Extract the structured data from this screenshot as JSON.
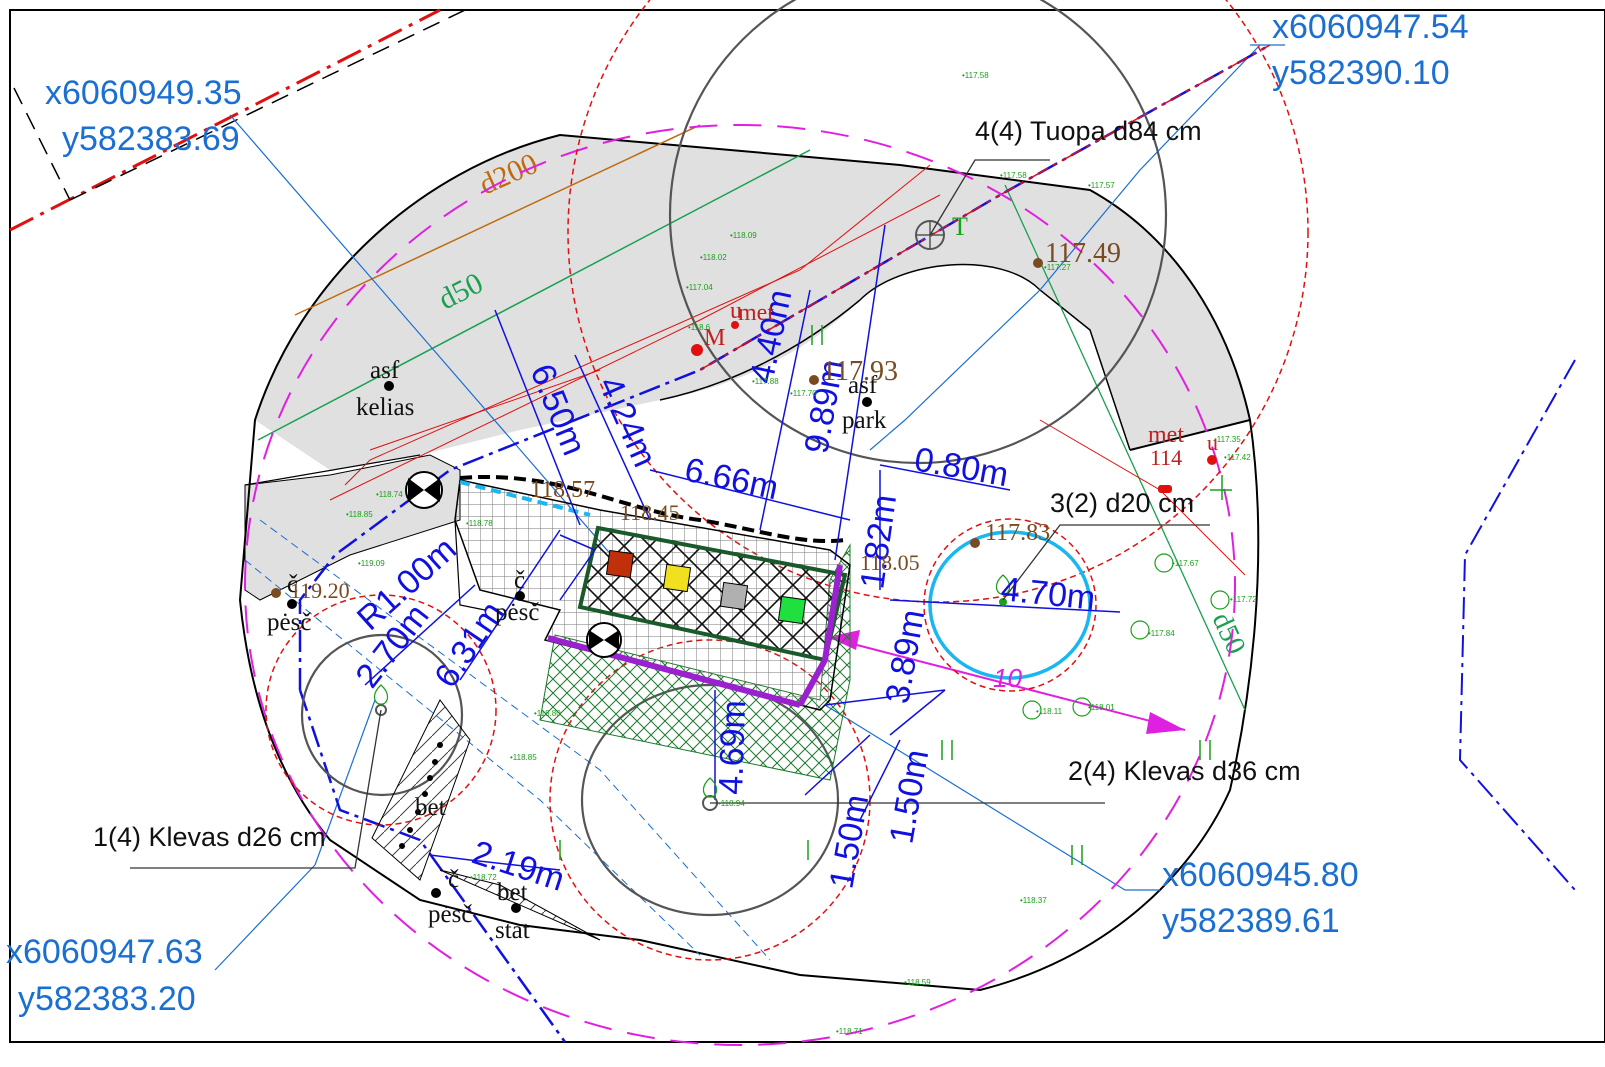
{
  "coordinates": {
    "top_left": {
      "x": "x6060949.35",
      "y": "y582383.69"
    },
    "top_right": {
      "x": "x6060947.54",
      "y": "y582390.10"
    },
    "bottom_right": {
      "x": "x6060945.80",
      "y": "y582389.61"
    },
    "bottom_left": {
      "x": "x6060947.63",
      "y": "y582383.20"
    }
  },
  "callouts": {
    "tree4": "4(4) Tuopa d84 cm",
    "tree3": "3(2) d20 cm",
    "tree2": "2(4) Klevas d36 cm",
    "tree1": "1(4) Klevas d26 cm"
  },
  "dimensions": [
    "6.50m",
    "4.24m",
    "4.40m",
    "9.89m",
    "6.66m",
    "0.80m",
    "1.82m",
    "4.70m",
    "3.89m",
    "R1.00m",
    "2.70m",
    "6.31m",
    "4.69m",
    "1.50m",
    "1.50m",
    "2.19m"
  ],
  "pipe_labels": {
    "d200": "d200",
    "d50_left": "d50",
    "d50_right": "d50"
  },
  "surface_labels": {
    "asf1": "asf",
    "kelias": "kelias",
    "asf2": "asf",
    "park": "park",
    "pesc1": "pėsč",
    "pesc2": "pėsč",
    "pesc3": "pėsč",
    "c1": "č",
    "c2": "č",
    "c3": "č",
    "bet1": "bet",
    "bet2": "bet",
    "stat": "stat"
  },
  "elevations_brown": {
    "e1": "117.49",
    "e2": "117.93",
    "e3": "117.83",
    "e4": "118.57",
    "e5": "118.45",
    "e6": "118.05",
    "e7": "119.20"
  },
  "utility_labels": {
    "met1": "met",
    "u1": "u",
    "met2": "met",
    "u2": "u",
    "number114": "114",
    "m": "M",
    "T": "T",
    "ten": "10"
  },
  "small_elevations": [
    "117.58",
    "117.58",
    "117.57",
    "118.09",
    "118.02",
    "117.04",
    "118.6",
    "117.88",
    "117.70",
    "117.27",
    "118.74",
    "118.85",
    "119.09",
    "118.78",
    "118.80",
    "118.85",
    "118.94",
    "118.72",
    "117.67",
    "117.72",
    "117.84",
    "118.11",
    "118.01",
    "118.37",
    "118.59",
    "118.71",
    "117.42",
    "117.35"
  ],
  "colors": {
    "coord_text": "#1a6fd0",
    "dimension": "#1010e0",
    "magenta": "#e020e0",
    "red_dashed": "#e01010",
    "cyan": "#19b6f0",
    "purple": "#9a20d0",
    "pipe_green": "#18a050",
    "pipe_brown": "#c06a10",
    "grey_fill": "#e0e0e0",
    "hatch_green": "#1a7a2a",
    "sq_red": "#c0300a",
    "sq_yellow": "#f0e020",
    "sq_grey": "#b0b0b0",
    "sq_green": "#20e040"
  }
}
